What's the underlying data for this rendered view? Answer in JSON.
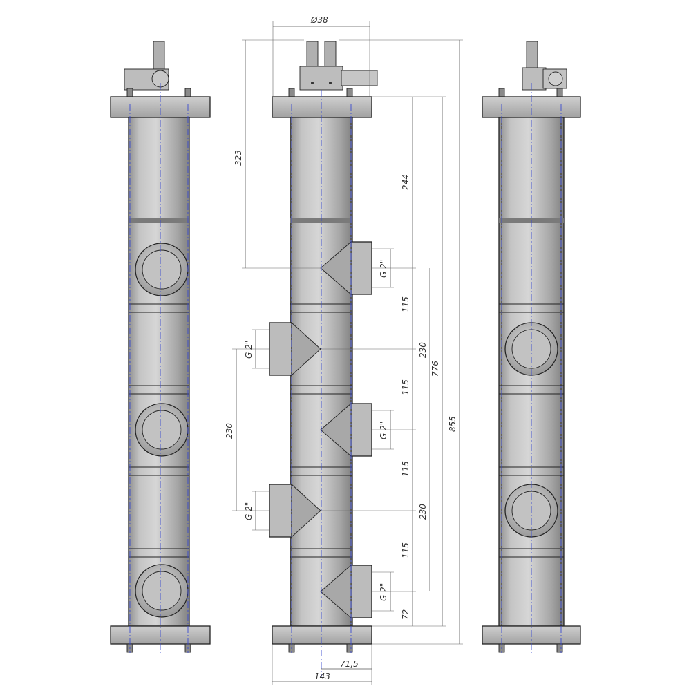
{
  "colors": {
    "metal_fill": "#b4b4b4",
    "metal_light": "#d2d2d2",
    "metal_dark": "#8e8e8e",
    "outline": "#222222",
    "axis": "#3a4bd0",
    "dimension": "#555555"
  },
  "dimensions": {
    "dia_top": "Ø38",
    "overall_height": "855",
    "axial_length": "776",
    "top_to_first_port": "323",
    "top_section": "244",
    "spacing_a": "115",
    "spacing_b": "115",
    "spacing_c": "115",
    "spacing_d": "115",
    "bottom_offset": "72",
    "port_pitch_right_1": "230",
    "port_pitch_right_2": "230",
    "port_pitch_left": "230",
    "flange_width": "143",
    "half_width": "71,5"
  },
  "ports": {
    "port_1": "G 2\"",
    "port_2": "G 2\"",
    "port_3": "G 2\"",
    "port_4": "G 2\"",
    "port_5": "G 2\""
  }
}
